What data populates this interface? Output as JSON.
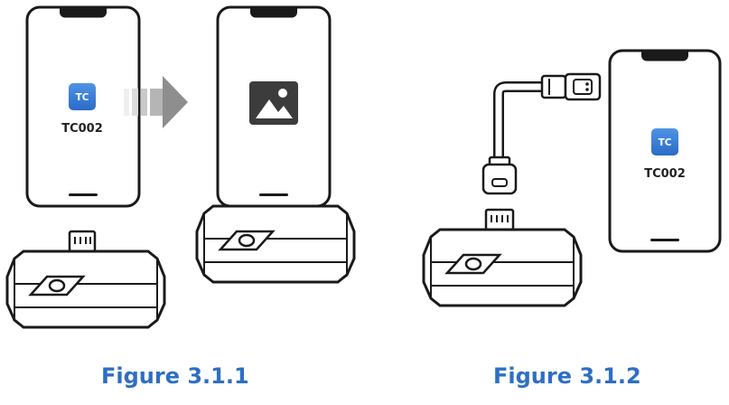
{
  "figure_1": {
    "caption": "Figure 3.1.1",
    "phone_app_icon": "TC",
    "phone_app_label": "TC002",
    "arrow_icon": "right-arrow-icon",
    "second_phone_icon": "image-gallery-icon"
  },
  "figure_2": {
    "caption": "Figure 3.1.2",
    "phone_app_icon": "TC",
    "phone_app_label": "TC002",
    "cable_icon": "usb-extension-cable-icon"
  },
  "colors": {
    "caption_blue": "#2e6fc4",
    "app_icon_blue": "#3a7fd5",
    "line": "#1a1a1a",
    "device_fill": "#ffffff",
    "arrow_gray": "#9a9a9a"
  }
}
